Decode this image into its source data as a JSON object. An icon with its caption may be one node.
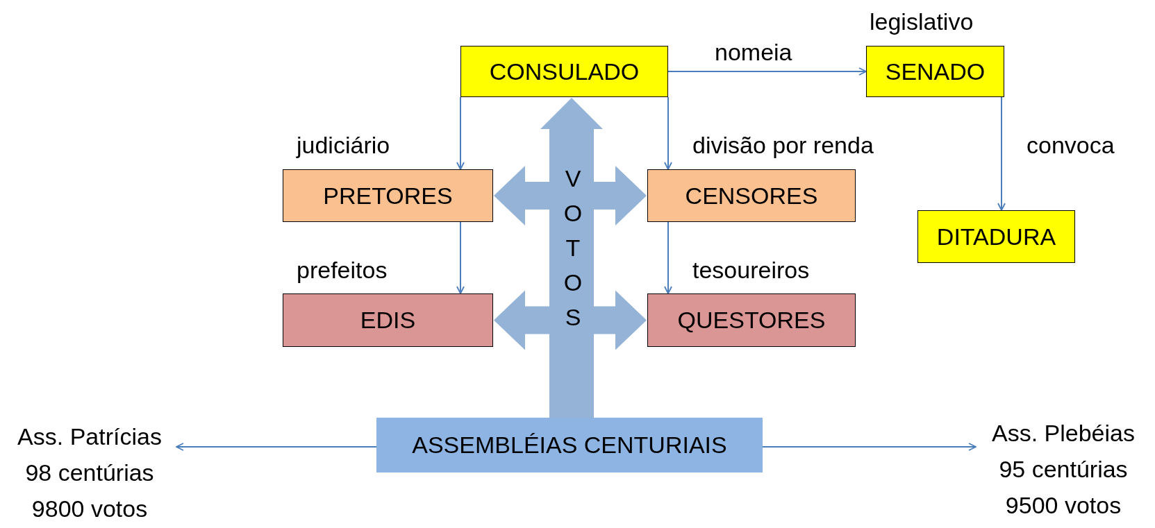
{
  "diagram": {
    "nodes": [
      {
        "text": [
          "CONSULADO"
        ]
      },
      {
        "text": [
          "SENADO"
        ],
        "beside": [
          "legislativo"
        ]
      },
      {
        "text": [
          "PRETORES"
        ],
        "beside": [
          "judiciário"
        ]
      },
      {
        "text": [
          "CENSORES"
        ],
        "beside": [
          "divisão por renda"
        ]
      },
      {
        "text": [
          "DITADURA"
        ]
      },
      {
        "text": [
          "EDIS"
        ],
        "beside": [
          "prefeitos"
        ]
      },
      {
        "text": [
          "QUESTORES"
        ],
        "beside": [
          "tesoureiros"
        ]
      },
      {
        "text": [
          "ASSEMBLÉIAS CENTURIAIS"
        ]
      },
      {
        "text": [
          "Ass. Patrícias",
          "98 centúrias",
          "9800 votos"
        ]
      },
      {
        "text": [
          "Ass. Plebéias",
          "95 centúrias",
          "9500 votos"
        ]
      }
    ],
    "edges": [
      {
        "from": 0,
        "to": 1,
        "arrow": "to",
        "label": "nomeia"
      },
      {
        "from": 0,
        "to": 2,
        "arrow": "to"
      },
      {
        "from": 0,
        "to": 3,
        "arrow": "to"
      },
      {
        "from": 1,
        "to": 4,
        "arrow": "to",
        "label": "convoca"
      },
      {
        "from": 2,
        "to": 5,
        "arrow": "to"
      },
      {
        "from": 3,
        "to": 6,
        "arrow": "to"
      },
      {
        "from": 7,
        "to": 8,
        "arrow": "to"
      },
      {
        "from": 7,
        "to": 9,
        "arrow": "to"
      },
      {
        "from": 7,
        "to": 0,
        "arrow": "to",
        "label": "VOTOS",
        "style": "thick",
        "color": "#95b3d7"
      },
      {
        "from": 7,
        "to": 2,
        "arrow": "to",
        "style": "thick",
        "color": "#95b3d7"
      },
      {
        "from": 7,
        "to": 3,
        "arrow": "to",
        "style": "thick",
        "color": "#95b3d7"
      },
      {
        "from": 7,
        "to": 5,
        "arrow": "to",
        "style": "thick",
        "color": "#95b3d7"
      },
      {
        "from": 7,
        "to": 6,
        "arrow": "to",
        "style": "thick",
        "color": "#95b3d7"
      }
    ]
  }
}
